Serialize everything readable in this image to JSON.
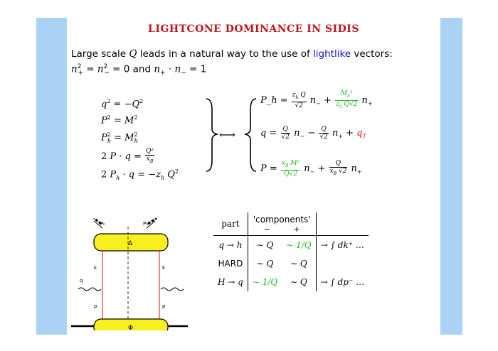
{
  "title": "LIGHTCONE DOMINANCE IN SIDIS",
  "intro": {
    "line1_prefix": "Large scale ",
    "line1_q": "Q",
    "line1_mid": " leads in a natural way to the use of ",
    "line1_link": "lightlike",
    "line1_suffix": " vectors:",
    "line2_part1": "n",
    "line2_and": " and ",
    "line2_rest": "= 1"
  },
  "left_equations": [
    "q² = −Q²",
    "P² = M²",
    "P_h² = M_h²",
    "2 P · q = Q²/x_B",
    "2 P_h · q = −z_h Q²"
  ],
  "arrow": "⟷",
  "right_equations": {
    "ph_label": "P_h =",
    "q_label": "q =",
    "qT": "q_T",
    "p_label": "P ="
  },
  "table": {
    "headers": [
      "part",
      "'components'"
    ],
    "subheaders": [
      "−",
      "+"
    ],
    "rows": [
      {
        "part": "q → h",
        "minus": "∼ Q",
        "plus": "∼ 1/Q",
        "note": "→ ∫ dk⁺ …"
      },
      {
        "part": "HARD",
        "minus": "∼ Q",
        "plus": "∼ Q",
        "note": ""
      },
      {
        "part": "H → q",
        "minus": "∼ 1/Q",
        "plus": "∼ Q",
        "note": "→ ∫ dp⁻ …"
      }
    ]
  },
  "diagram": {
    "top_blob": "Δ",
    "bottom_blob": "Φ",
    "labels": {
      "ph": "Pₕ",
      "q": "q",
      "k": "k",
      "p": "p",
      "P": "P"
    },
    "blob_color": "#f8ef1f"
  }
}
